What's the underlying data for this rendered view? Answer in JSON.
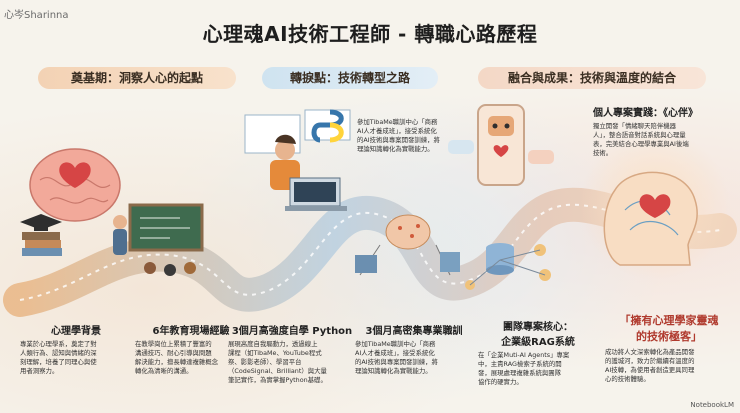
{
  "watermark": "心岑Sharinna",
  "title": "心理魂AI技術工程師 - 轉職心路歷程",
  "phases": [
    {
      "label": "奠基期：洞察人心的起點"
    },
    {
      "label": "轉捩點：技術轉型之路"
    },
    {
      "label": "融合與成果：技術與溫度的結合"
    }
  ],
  "milestones": [
    {
      "title": "心理學背景",
      "body": [
        "專業於心理學系，奠定了對",
        "人類行為、認知與情緒的深",
        "刻理解，培養了同理心與使",
        "用者洞察力。"
      ]
    },
    {
      "title": "6年教育現場經驗",
      "body": [
        "在教學崗位上累積了豐富的",
        "溝通技巧、耐心引導與問題",
        "解決能力，擅長轉達複雜概念",
        "轉化為清晰的溝通。"
      ]
    },
    {
      "title": "3個月高強度自學 Python",
      "body": [
        "展現高度自我驅動力，透過線上",
        "課程（如TibaMe、YouTube程式",
        "祭、影影老師）、學習平台",
        "（CodeSignal、Brilliant）與大量",
        "筆記實作，為實掌握Python基礎。"
      ]
    },
    {
      "title": "3個月高密集專業職訓",
      "body": [
        "參加TibaMe職訓中心「商務",
        "AI人才養成班」，接受系統化",
        "的AI技術與專案開發訓練，將",
        "理論知識轉化為實戰能力。"
      ]
    },
    {
      "title": "團隊專案核心：",
      "title2": "企業級RAG系統",
      "body": [
        "在「企業Muti-AI Agents」專案",
        "中，主責RAG檢索子系統的開",
        "發，展現處理複雜系統與團隊",
        "協作的硬實力。"
      ]
    },
    {
      "title": "「擁有心理學家靈魂",
      "title2": "的技術極客」",
      "body": [
        "成功將人文深索轉化為產品開發",
        "的護城河，致力於繼續有溫度的",
        "AI技轉，為使用者創造更具同理",
        "心的技術體驗。"
      ]
    }
  ],
  "top_note": {
    "body": [
      "參加TibaMe職訓中心「商務",
      "AI人才養成班」，接受系統化",
      "的AI技術與專案開發訓練，將",
      "理論知識轉化為實戰能力。"
    ]
  },
  "project": {
    "title": "個人專案實踐：《心伴》",
    "body": [
      "獨立開發「情緒聊天陪伴機器",
      "人」，整合語音對話系統與心理量",
      "表，完美結合心理學專業與AI後端",
      "技術。"
    ]
  },
  "footer": "NotebookLM",
  "colors": {
    "path_warm": "#e6b98a",
    "path_cool": "#8fb9d6",
    "accent_red": "#c0392b"
  }
}
